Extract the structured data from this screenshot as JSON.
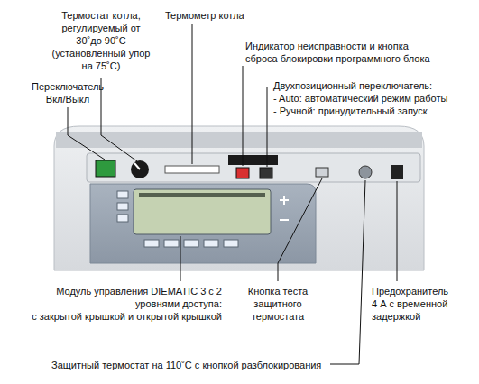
{
  "diagram": {
    "labels": [
      "Термостат котла, регулируемый от 30˚до 90˚С (установленный упор на 75˚С)",
      "Термометр котла",
      "Индикатор неисправности и кнопка сброса блокировки программного блока",
      "Переключатель Вкл/Выкл",
      "Двухпозиционный переключатель:",
      "- Auto: автоматический режим работы",
      "- Ручной: принудительный запуск",
      "Модуль управления DIEMATIC 3 с 2 уровнями доступа:",
      "с закрытой крышкой и открытой крышкой",
      "Кнопка теста защитного термостата",
      "Предохранитель 4 А с временной задержкой",
      "Защитный термостат на 110˚С с кнопкой разблокирования"
    ]
  }
}
